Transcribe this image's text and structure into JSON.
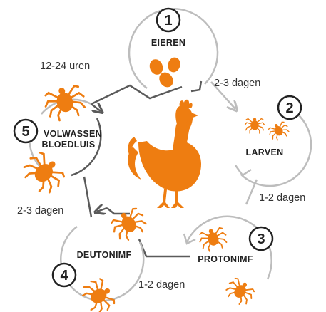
{
  "colors": {
    "accent": "#EE7D11",
    "ring": "#bdbdbd",
    "ring_dark": "#5a5a5a",
    "text": "#222222"
  },
  "stages": [
    {
      "number": "1",
      "label": "EIEREN"
    },
    {
      "number": "2",
      "label": "LARVEN"
    },
    {
      "number": "3",
      "label": "PROTONIMF"
    },
    {
      "number": "4",
      "label": "DEUTONIMF"
    },
    {
      "number": "5",
      "label_line1": "VOLWASSEN",
      "label_line2": "BLOEDLUIS"
    }
  ],
  "durations": {
    "eggs_to_larvae": "2-3 dagen",
    "larvae_to_protonymph": "1-2 dagen",
    "protonymph_to_deutonymph": "1-2 dagen",
    "deutonymph_to_adult": "2-3 dagen",
    "adult_to_eggs": "12-24 uren"
  },
  "icons": {
    "center": "chicken-icon",
    "eggs": "eggs-icon",
    "mite": "mite-icon"
  }
}
